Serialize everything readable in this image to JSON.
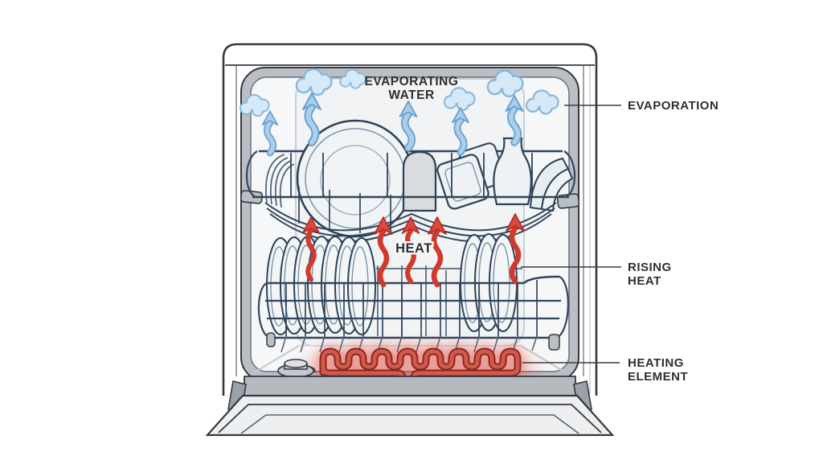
{
  "diagram": {
    "labels": {
      "evaporating_water_line1": "EVAPORATING",
      "evaporating_water_line2": "WATER",
      "heat": "HEAT",
      "evaporation": "EVAPORATION",
      "rising_heat_line1": "RISING",
      "rising_heat_line2": "HEAT",
      "heating_element_line1": "HEATING",
      "heating_element_line2": "ELEMENT"
    },
    "callouts": [
      {
        "text": "EVAPORATION",
        "points_to": "steam-clouds"
      },
      {
        "text": "RISING HEAT",
        "points_to": "red-heat-arrows"
      },
      {
        "text": "HEATING ELEMENT",
        "points_to": "heating-coil"
      }
    ],
    "colors": {
      "steam_arrow_fill": "#a9cfec",
      "steam_arrow_outline": "#6b9fcc",
      "cloud_fill": "#d6e9f8",
      "cloud_outline": "#86b6dc",
      "heat_arrow_red": "#cf3a2d",
      "coil_outline_red": "#8f241c",
      "coil_body_red": "#cf5b4e",
      "coil_glow_red": "#e0392b",
      "outline_dark": "#34393e",
      "rack_wire_blue": "#31455c",
      "tub_gray": "#b9bfc5",
      "door_gray": "#edeff0",
      "label_text": "#2d2f31"
    }
  }
}
